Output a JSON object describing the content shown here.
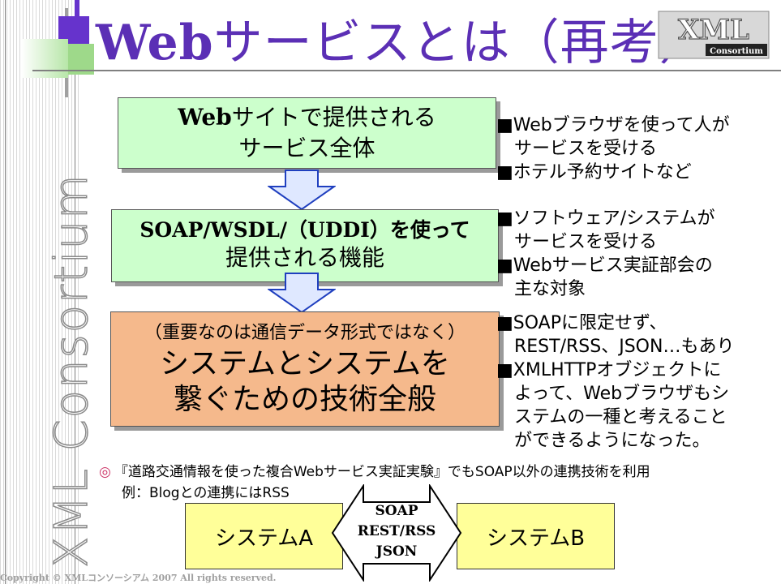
{
  "header": {
    "title_web": "Web",
    "title_rest": "サービスとは（再考）",
    "logo_big": "XML",
    "logo_small": "Consortium"
  },
  "sidebar": {
    "brand": "XML Consortium"
  },
  "flow": {
    "box1": {
      "line1_web": "Web",
      "line1_rest": "サイトで提供される",
      "line2": "サービス全体"
    },
    "box2": {
      "line1": "SOAP/WSDL/（UDDI）を使って",
      "line2": "提供される機能"
    },
    "box3": {
      "line1": "（重要なのは通信データ形式ではなく）",
      "line2": "システムとシステムを",
      "line3": "繋ぐための技術全般"
    }
  },
  "notes": {
    "n1": [
      "■Webブラウザを使って人が",
      "サービスを受ける",
      "■ホテル予約サイトなど"
    ],
    "n2": [
      "■ソフトウェア/システムが",
      "サービスを受ける",
      "■Webサービス実証部会の",
      "主な対象"
    ],
    "n3": [
      "■SOAPに限定せず、",
      "REST/RSS、JSON…もあり",
      "■XMLHTTPオブジェクトに",
      "よって、Webブラウザもシ",
      "ステムの一種と考えること",
      "ができるようになった。"
    ]
  },
  "bottom": {
    "bullet": "◎",
    "line1": "『道路交通情報を使った複合Webサービス実証実験』でもSOAP以外の連携技術を利用",
    "line2": "例：Blogとの連携にはRSS"
  },
  "diagram": {
    "system_a": "システムA",
    "system_b": "システムB",
    "protocols": [
      "SOAP",
      "REST/RSS",
      "JSON"
    ]
  },
  "footer": {
    "copyright": "Copyright © XMLコンソーシアム 2007 All rights reserved."
  },
  "colors": {
    "title": "#5b2fb5",
    "box_green": "#ccffcc",
    "box_orange": "#f5b98c",
    "system_box": "#ffff99",
    "arrow_fill": "#dfe8ff",
    "arrow_stroke": "#1f3fbf"
  }
}
